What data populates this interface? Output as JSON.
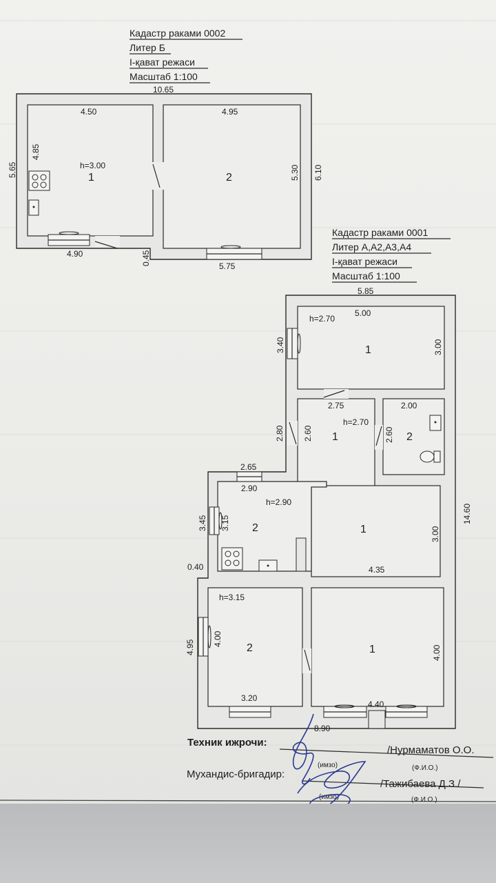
{
  "plan_b": {
    "header": [
      "Кадастр раками 0002",
      "Литер Б",
      "I-қават режаси",
      "Масштаб 1:100"
    ],
    "dims": {
      "total_width": "10.65",
      "left_room_width": "4.50",
      "right_room_width": "4.95",
      "outer_height": "5.65",
      "left_room_depth": "4.85",
      "right_inner_height": "5.30",
      "right_outer_height": "6.10",
      "bottom_left": "4.90",
      "step": "0.45",
      "bottom_right": "5.75"
    },
    "ceiling": "h=3.00",
    "rooms": [
      "1",
      "2"
    ]
  },
  "plan_a": {
    "header": [
      "Кадастр раками 0001",
      "Литер А,А2,А3,А4",
      "I-қават режаси",
      "Масштаб 1:100"
    ],
    "dims": {
      "top_width": "5.85",
      "top_inner_width": "5.00",
      "top_left_height": "3.40",
      "top_room_height": "3.00",
      "corridor_width": "2.75",
      "bath_width": "2.00",
      "left_step": "2.80",
      "corridor_height": "2.60",
      "bath_height": "2.60",
      "kitchen_outer_width": "2.65",
      "kitchen_inner_width": "2.90",
      "kitchen_left_outer": "3.45",
      "kitchen_left_inner": "3.15",
      "hall_height": "3.00",
      "overall_height": "14.60",
      "offset": "0.40",
      "hall_width": "4.35",
      "bottom_left_outer": "4.95",
      "bottom_left_inner": "4.00",
      "bottom_right_height": "4.00",
      "bottom_left_width": "3.20",
      "bottom_right_width": "4.40",
      "bottom_total": "8.90"
    },
    "ceilings": {
      "top": "h=2.70",
      "corridor": "h=2.70",
      "kitchen": "h=2.90",
      "bottom": "h=3.15"
    },
    "rooms": {
      "top": "1",
      "corridor": "1",
      "bath": "2",
      "kitchen": "2",
      "hall": "1",
      "bottom_left": "2",
      "bottom_right": "1"
    }
  },
  "signatures": {
    "technician_label": "Техник ижрочи:",
    "technician_name": "/Нурмаматов О.О.",
    "sign_label": "(имзо)",
    "fio_label": "(Ф.И.О.)",
    "engineer_label": "Мухандис-бригадир:",
    "engineer_name": "/Тажибаева Д.З./"
  },
  "colors": {
    "ink": "#2a2a2a",
    "paper": "#ededea",
    "signature": "#2b3a8f"
  }
}
